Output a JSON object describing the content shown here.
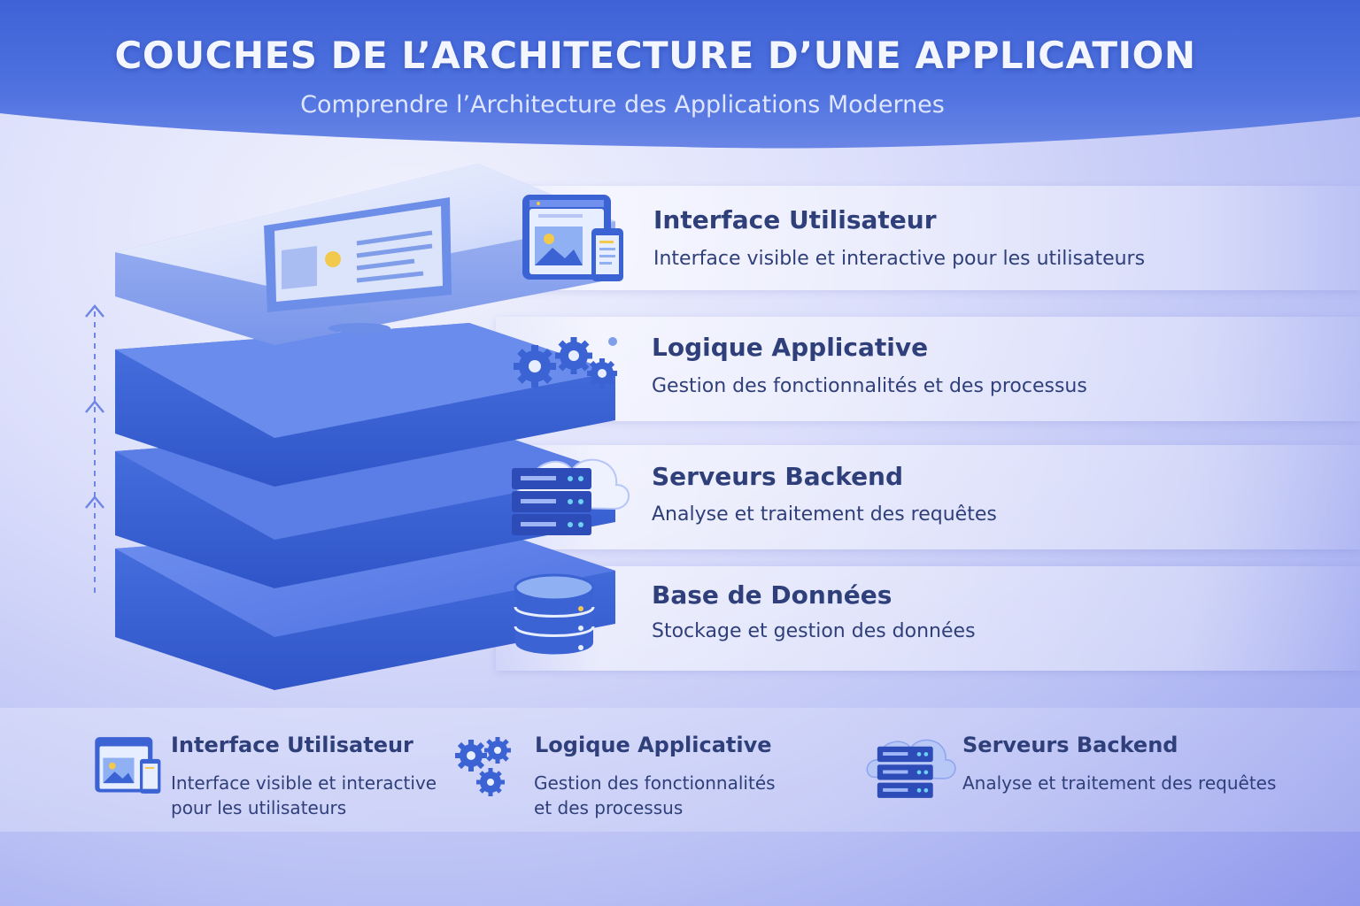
{
  "header": {
    "title": "COUCHES DE L’ARCHITECTURE D’UNE APPLICATION",
    "subtitle": "Comprendre l’Architecture des Applications Modernes"
  },
  "layers": [
    {
      "title": "Interface Utilisateur",
      "description": "Interface visible et interactive pour les utilisateurs",
      "icon": "ui-window-mobile-icon"
    },
    {
      "title": "Logique Applicative",
      "description": "Gestion des fonctionnalités et des processus",
      "icon": "gears-icon"
    },
    {
      "title": "Serveurs Backend",
      "description": "Analyse et traitement des requêtes",
      "icon": "server-cloud-icon"
    },
    {
      "title": "Base de Données",
      "description": "Stockage et gestion des données",
      "icon": "database-icon"
    }
  ],
  "summary": [
    {
      "title": "Interface Utilisateur",
      "description_line1": "Interface visible et interactive",
      "description_line2": "pour les utilisateurs",
      "icon": "ui-window-mobile-icon"
    },
    {
      "title": "Logique Applicative",
      "description_line1": "Gestion des fonctionnalités",
      "description_line2": "et des processus",
      "icon": "gears-icon"
    },
    {
      "title": "Serveurs Backend",
      "description_line1": "Analyse et traitement des requêtes",
      "description_line2": "",
      "icon": "server-cloud-icon"
    }
  ],
  "colors": {
    "header_blue": "#4668da",
    "layer_blue": "#3f66d8",
    "text_navy": "#2f3f7a",
    "accent_yellow": "#f2c94c"
  }
}
